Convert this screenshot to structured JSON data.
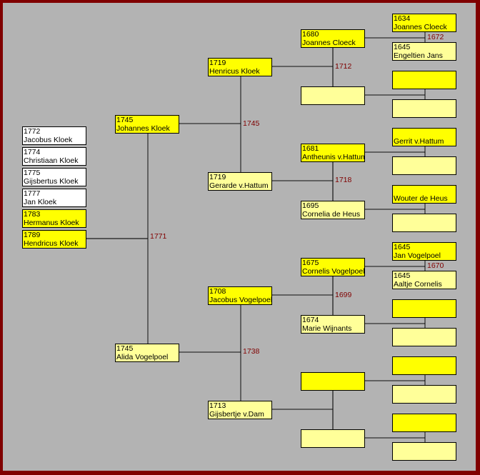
{
  "colors": {
    "male": "#ffff00",
    "female": "#ffff99",
    "child": "#ffffff",
    "marriage": "#800000",
    "frame": "#800000"
  },
  "children": [
    {
      "year": "1772",
      "name": "Jacobus Kloek",
      "color": "child"
    },
    {
      "year": "1774",
      "name": "Christiaan Kloek",
      "color": "child"
    },
    {
      "year": "1775",
      "name": "Gijsbertus Kloek",
      "color": "child"
    },
    {
      "year": "1777",
      "name": "Jan Kloek",
      "color": "child"
    },
    {
      "year": "1783",
      "name": "Hermanus Kloek",
      "color": "male"
    },
    {
      "year": "1789",
      "name": "Hendricus Kloek",
      "color": "male"
    }
  ],
  "gen1": [
    {
      "year": "1745",
      "name": "Johannes Kloek"
    },
    {
      "year": "1745",
      "name": "Alida Vogelpoel"
    }
  ],
  "gen2": [
    {
      "year": "1719",
      "name": "Henricus Kloek"
    },
    {
      "year": "1719",
      "name": "Gerarde v.Hattum"
    },
    {
      "year": "1708",
      "name": "Jacobus Vogelpoel"
    },
    {
      "year": "1713",
      "name": "Gijsbertje v.Dam"
    }
  ],
  "gen3": [
    {
      "year": "1680",
      "name": "Joannes Cloeck"
    },
    {
      "year": "",
      "name": ""
    },
    {
      "year": "1681",
      "name": "Antheunis v.Hattum"
    },
    {
      "year": "1695",
      "name": "Cornelia de Heus"
    },
    {
      "year": "1675",
      "name": "Cornelis Vogelpoel"
    },
    {
      "year": "1674",
      "name": "Marie Wijnants"
    },
    {
      "year": "",
      "name": ""
    },
    {
      "year": "",
      "name": ""
    }
  ],
  "gen4": [
    {
      "year": "1634",
      "name": "Joannes Cloeck"
    },
    {
      "year": "1645",
      "name": "Engeltien Jans"
    },
    {
      "year": "",
      "name": ""
    },
    {
      "year": "",
      "name": ""
    },
    {
      "year": "",
      "name": "Gerrit v.Hattum"
    },
    {
      "year": "",
      "name": ""
    },
    {
      "year": "",
      "name": "Wouter de Heus"
    },
    {
      "year": "",
      "name": ""
    },
    {
      "year": "1645",
      "name": "Jan Vogelpoel"
    },
    {
      "year": "1645",
      "name": "Aaltje Cornelis"
    },
    {
      "year": "",
      "name": ""
    },
    {
      "year": "",
      "name": ""
    },
    {
      "year": "",
      "name": ""
    },
    {
      "year": "",
      "name": ""
    },
    {
      "year": "",
      "name": ""
    },
    {
      "year": "",
      "name": ""
    }
  ],
  "marriages": {
    "m1771": "1771",
    "m1745": "1745",
    "m1738": "1738",
    "m1712": "1712",
    "m1718": "1718",
    "m1699": "1699",
    "m1672": "1672",
    "m1670": "1670"
  }
}
